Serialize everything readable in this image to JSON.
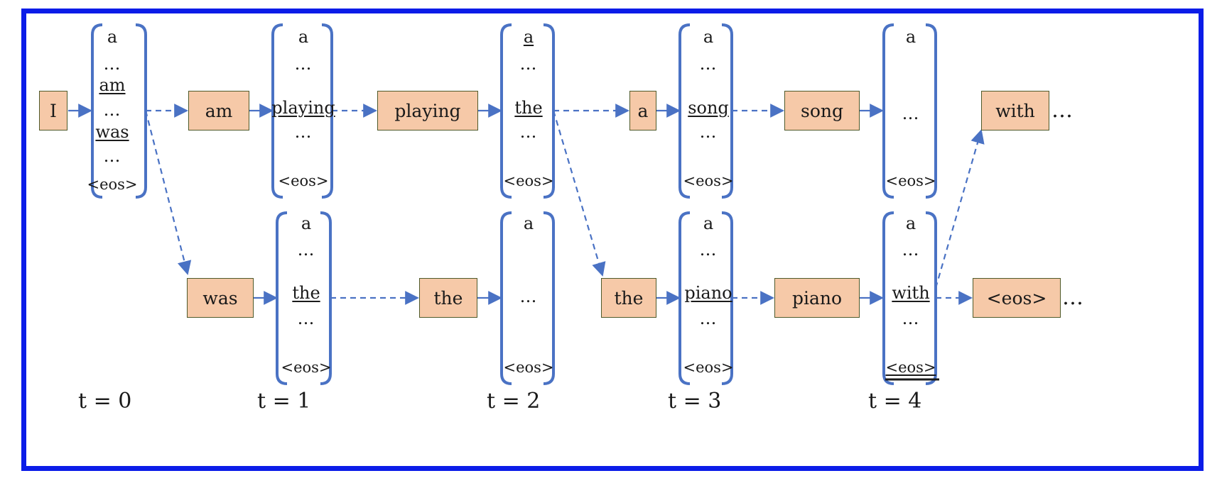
{
  "colors": {
    "frame": "#0b1ce8",
    "token_fill": "#f6c9a8",
    "token_border": "#4f5a2a",
    "bracket_arrow": "#4a72c4"
  },
  "timesteps": [
    "t = 0",
    "t = 1",
    "t = 2",
    "t = 3",
    "t = 4"
  ],
  "tokens": [
    {
      "id": "I-t0",
      "label": "I"
    },
    {
      "id": "am-t1",
      "label": "am"
    },
    {
      "id": "was-t1",
      "label": "was"
    },
    {
      "id": "playing-t2",
      "label": "playing"
    },
    {
      "id": "the-t2",
      "label": "the"
    },
    {
      "id": "a-t3",
      "label": "a"
    },
    {
      "id": "the-t3",
      "label": "the"
    },
    {
      "id": "song-t4",
      "label": "song"
    },
    {
      "id": "piano-t4",
      "label": "piano"
    },
    {
      "id": "with-t5",
      "label": "with"
    },
    {
      "id": "eos-t5",
      "label": "<eos>"
    }
  ],
  "trailing_ellipsis": "…",
  "vocab_vectors": [
    {
      "id": "vec-t0",
      "words": [
        {
          "text": "a"
        },
        {
          "text": "…"
        },
        {
          "text": "am",
          "selected": true
        },
        {
          "text": "…"
        },
        {
          "text": "was",
          "selected": true
        },
        {
          "text": "…"
        },
        {
          "text": "<eos>"
        }
      ]
    },
    {
      "id": "vec-t1-top",
      "words": [
        {
          "text": "a"
        },
        {
          "text": "…"
        },
        {
          "text": "playing",
          "selected": true
        },
        {
          "text": "…"
        },
        {
          "text": "<eos>"
        }
      ]
    },
    {
      "id": "vec-t1-bottom",
      "words": [
        {
          "text": "a"
        },
        {
          "text": "…"
        },
        {
          "text": "the",
          "selected": true
        },
        {
          "text": "…"
        },
        {
          "text": "<eos>"
        }
      ]
    },
    {
      "id": "vec-t2-top",
      "words": [
        {
          "text": "a",
          "selected": true
        },
        {
          "text": "…"
        },
        {
          "text": "the",
          "selected": true
        },
        {
          "text": "…"
        },
        {
          "text": "<eos>"
        }
      ]
    },
    {
      "id": "vec-t2-bottom",
      "words": [
        {
          "text": "a"
        },
        {
          "text": "…"
        },
        {
          "text": "<eos>"
        }
      ]
    },
    {
      "id": "vec-t3-top",
      "words": [
        {
          "text": "a"
        },
        {
          "text": "…"
        },
        {
          "text": "song",
          "selected": true
        },
        {
          "text": "…"
        },
        {
          "text": "<eos>"
        }
      ]
    },
    {
      "id": "vec-t3-bottom",
      "words": [
        {
          "text": "a"
        },
        {
          "text": "…"
        },
        {
          "text": "piano",
          "selected": true
        },
        {
          "text": "…"
        },
        {
          "text": "<eos>"
        }
      ]
    },
    {
      "id": "vec-t4-top",
      "words": [
        {
          "text": "a"
        },
        {
          "text": "…"
        },
        {
          "text": "<eos>"
        }
      ]
    },
    {
      "id": "vec-t4-bottom",
      "words": [
        {
          "text": "a"
        },
        {
          "text": "…"
        },
        {
          "text": "with",
          "selected": true
        },
        {
          "text": "…"
        },
        {
          "text": "<eos>",
          "selected": true
        }
      ]
    }
  ],
  "edges": [
    {
      "from": "I-t0",
      "to": "vec-t0",
      "style": "solid"
    },
    {
      "from": "vec-t0",
      "to": "am-t1",
      "style": "dashed"
    },
    {
      "from": "vec-t0",
      "to": "was-t1",
      "style": "dashed"
    },
    {
      "from": "am-t1",
      "to": "vec-t1-top",
      "style": "solid"
    },
    {
      "from": "was-t1",
      "to": "vec-t1-bottom",
      "style": "solid"
    },
    {
      "from": "vec-t1-top",
      "to": "playing-t2",
      "style": "dashed"
    },
    {
      "from": "vec-t1-bottom",
      "to": "the-t2",
      "style": "dashed"
    },
    {
      "from": "playing-t2",
      "to": "vec-t2-top",
      "style": "solid"
    },
    {
      "from": "the-t2",
      "to": "vec-t2-bottom",
      "style": "solid"
    },
    {
      "from": "vec-t2-top",
      "to": "a-t3",
      "style": "dashed"
    },
    {
      "from": "vec-t2-top",
      "to": "the-t3",
      "style": "dashed"
    },
    {
      "from": "a-t3",
      "to": "vec-t3-top",
      "style": "solid"
    },
    {
      "from": "the-t3",
      "to": "vec-t3-bottom",
      "style": "solid"
    },
    {
      "from": "vec-t3-top",
      "to": "song-t4",
      "style": "dashed"
    },
    {
      "from": "vec-t3-bottom",
      "to": "piano-t4",
      "style": "dashed"
    },
    {
      "from": "song-t4",
      "to": "vec-t4-top",
      "style": "solid"
    },
    {
      "from": "piano-t4",
      "to": "vec-t4-bottom",
      "style": "solid"
    },
    {
      "from": "vec-t4-bottom",
      "to": "with-t5",
      "style": "dashed"
    },
    {
      "from": "vec-t4-bottom",
      "to": "eos-t5",
      "style": "dashed"
    }
  ]
}
